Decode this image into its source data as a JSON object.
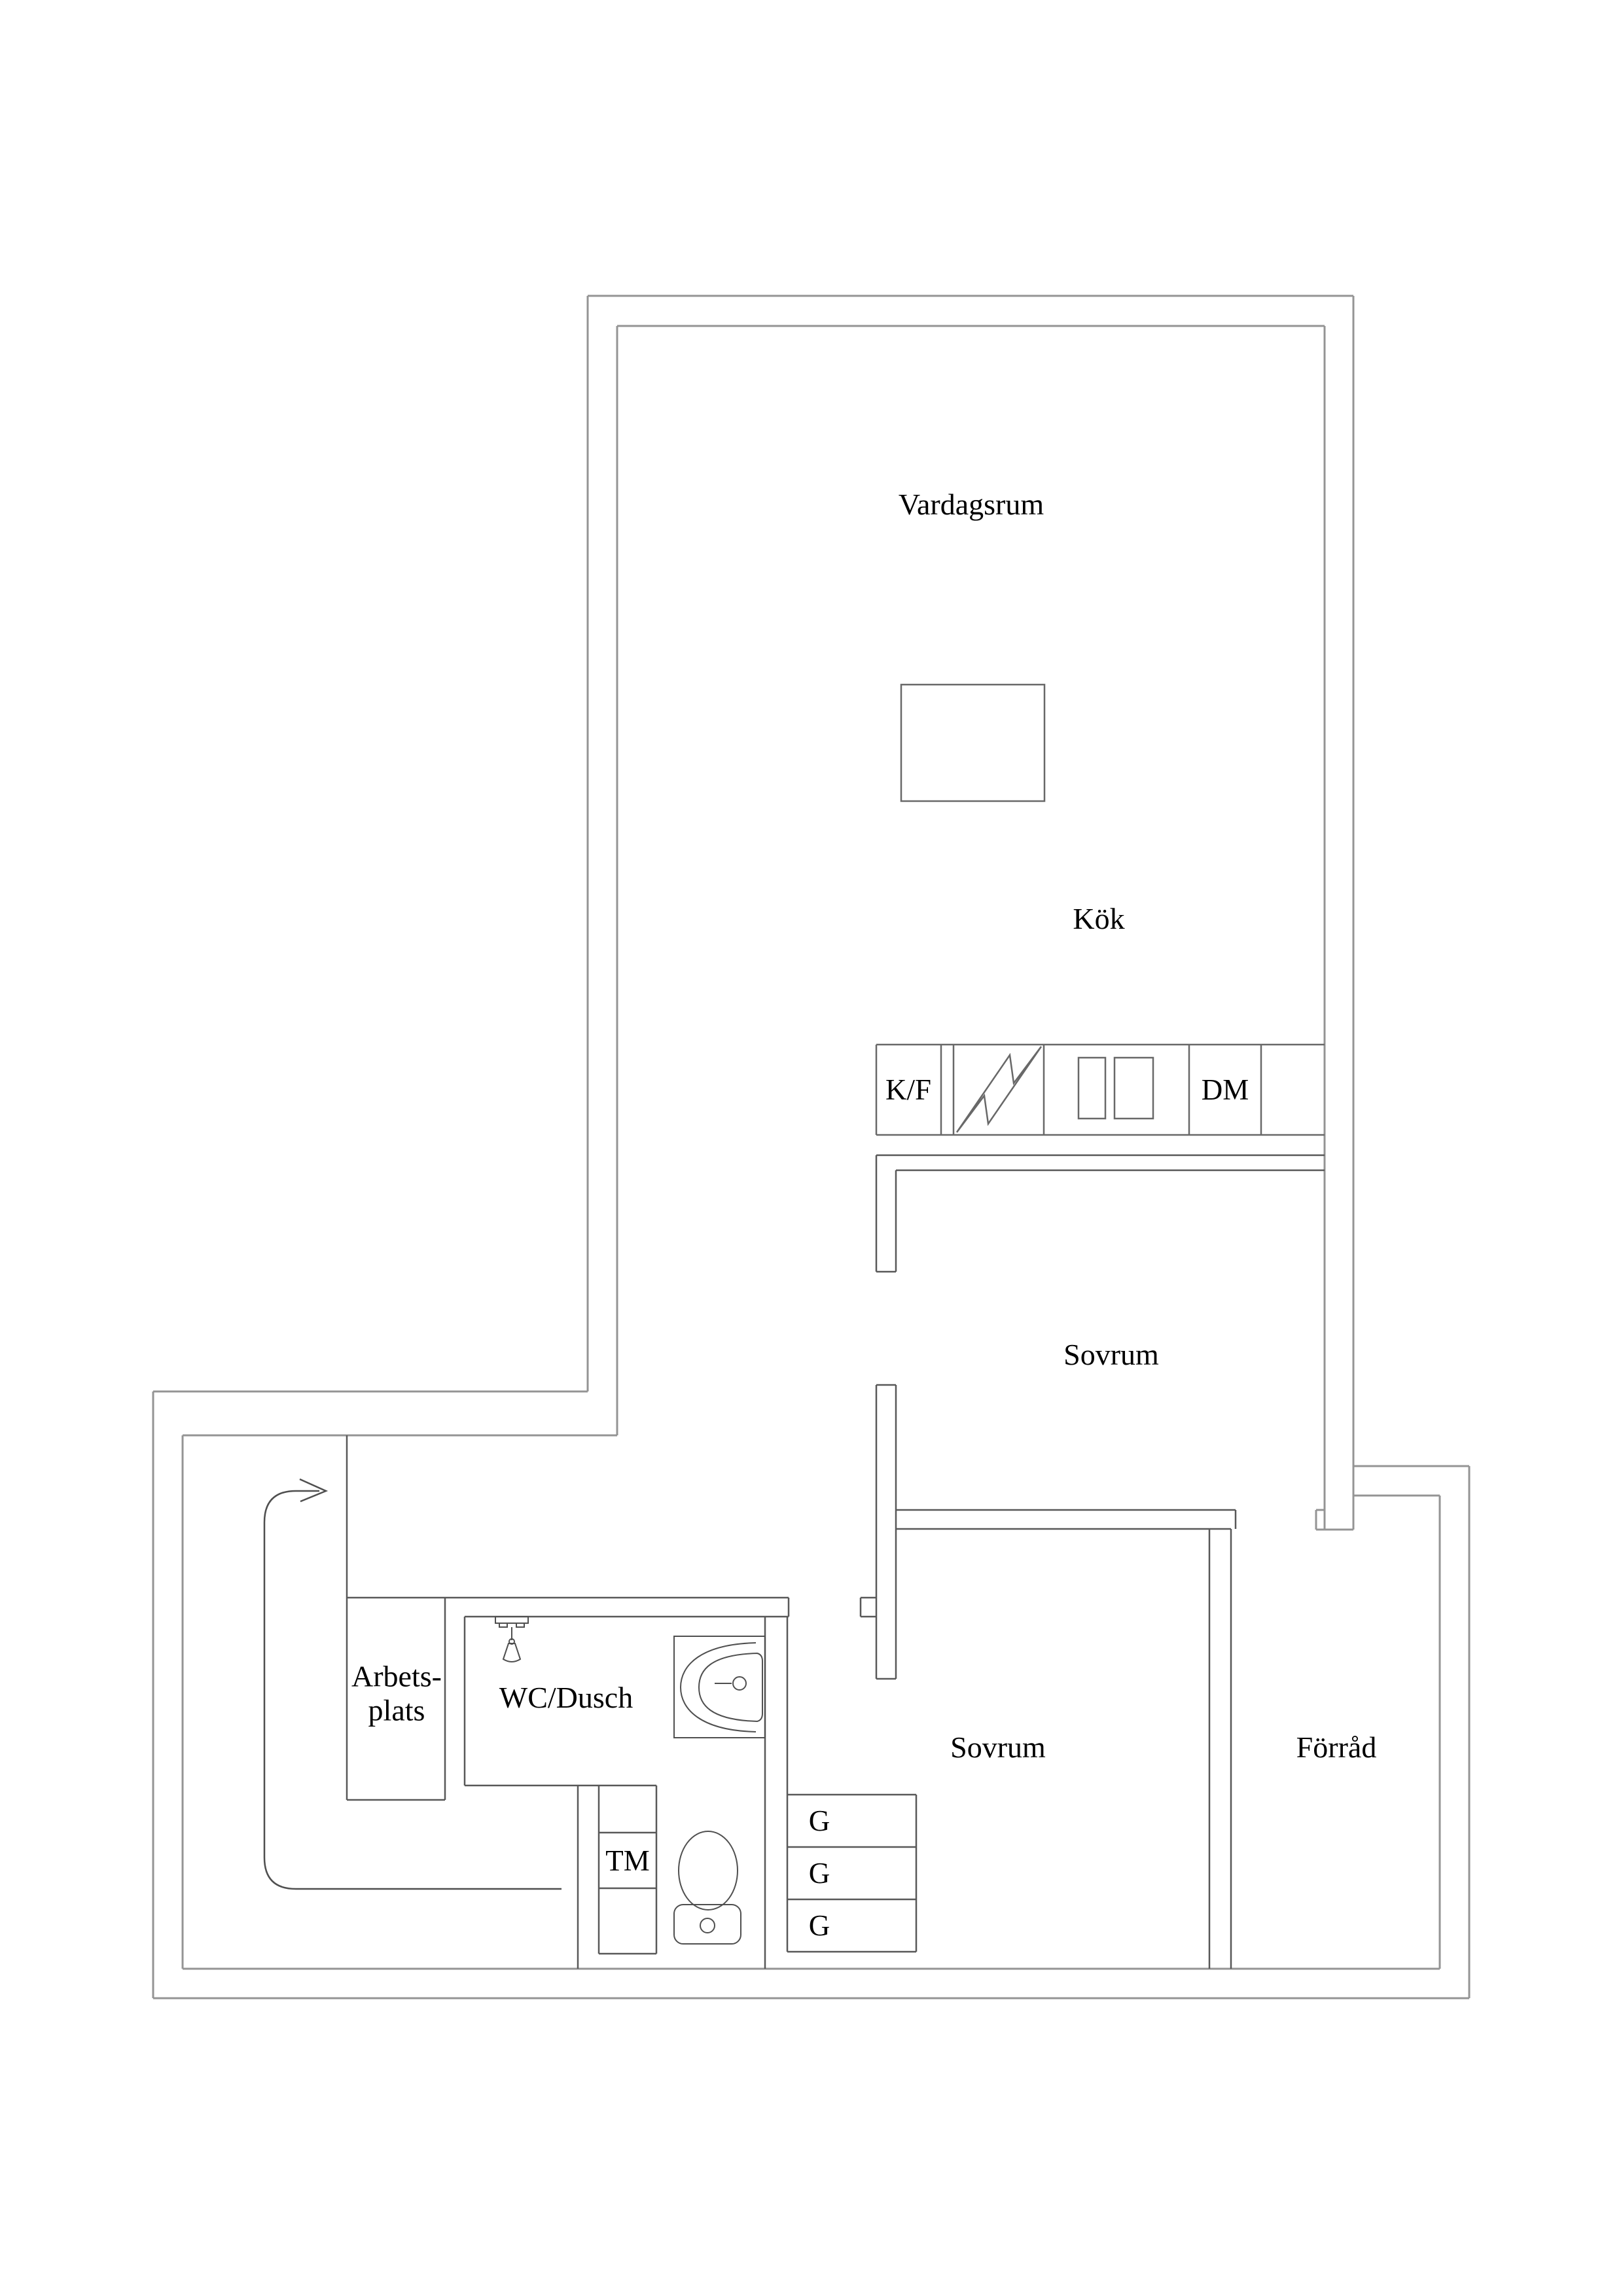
{
  "document": {
    "type": "floor-plan",
    "language": "sv",
    "background_color": "#ffffff",
    "wall_outline_color": "#949494",
    "interior_wall_color": "#585858",
    "fixture_color": "#4f4f4f",
    "text_color": "#000000"
  },
  "rooms": {
    "living_room": {
      "label": "Vardagsrum"
    },
    "kitchen": {
      "label": "Kök"
    },
    "bedroom_upper": {
      "label": "Sovrum"
    },
    "bedroom_lower": {
      "label": "Sovrum"
    },
    "storage": {
      "label": "Förråd"
    },
    "workspace": {
      "label_line1": "Arbets-",
      "label_line2": "plats"
    },
    "bathroom": {
      "label": "WC/Dusch"
    }
  },
  "appliances": {
    "fridge_freezer": {
      "label": "K/F"
    },
    "dishwasher": {
      "label": "DM"
    },
    "washing_machine": {
      "label": "TM"
    },
    "wardrobe": {
      "label": "G"
    }
  },
  "icons": [
    "stove-lightning-icon",
    "kitchen-sink-icon",
    "bathroom-sink-icon",
    "toilet-icon",
    "pendant-lamp-icon",
    "stairs-arrow-icon",
    "table-square-icon"
  ]
}
